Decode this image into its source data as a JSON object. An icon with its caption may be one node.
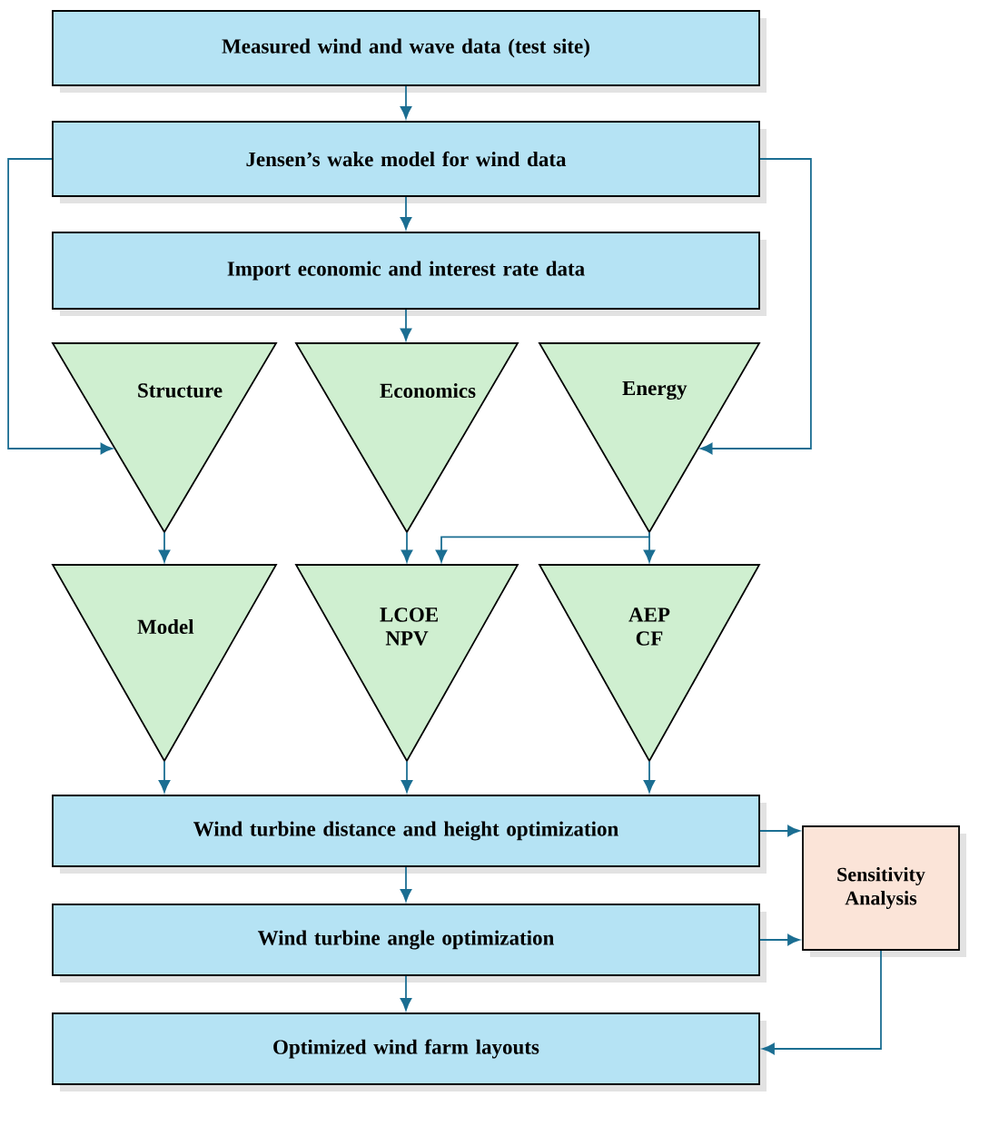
{
  "diagram": {
    "nodes": [
      {
        "text": [
          "Measured wind and wave data (test site)"
        ]
      },
      {
        "text": [
          "Jensen’s wake model for wind data"
        ]
      },
      {
        "text": [
          "Import economic and interest rate data"
        ]
      },
      {
        "text": [
          "Structure"
        ]
      },
      {
        "text": [
          "Economics"
        ]
      },
      {
        "text": [
          "Energy"
        ]
      },
      {
        "text": [
          "Model"
        ]
      },
      {
        "text": [
          "LCOE NPV"
        ]
      },
      {
        "text": [
          "AEP CF"
        ]
      },
      {
        "text": [
          "Wind turbine distance and height optimization"
        ]
      },
      {
        "text": [
          "Wind turbine angle optimization"
        ]
      },
      {
        "text": [
          "Optimized wind farm layouts"
        ]
      },
      {
        "text": [
          "Sensitivity Analysis"
        ]
      }
    ],
    "edges": [
      {
        "from": 0,
        "to": 1,
        "arrow": "to"
      },
      {
        "from": 1,
        "to": 2,
        "arrow": "to"
      },
      {
        "from": 2,
        "to": 4,
        "arrow": "to"
      },
      {
        "from": 1,
        "to": 3,
        "arrow": "to"
      },
      {
        "from": 1,
        "to": 5,
        "arrow": "to"
      },
      {
        "from": 3,
        "to": 6,
        "arrow": "to"
      },
      {
        "from": 4,
        "to": 7,
        "arrow": "to"
      },
      {
        "from": 5,
        "to": 8,
        "arrow": "to"
      },
      {
        "from": 5,
        "to": 7,
        "arrow": "to"
      },
      {
        "from": 6,
        "to": 9,
        "arrow": "to"
      },
      {
        "from": 7,
        "to": 9,
        "arrow": "to"
      },
      {
        "from": 8,
        "to": 9,
        "arrow": "to"
      },
      {
        "from": 9,
        "to": 12,
        "arrow": "to"
      },
      {
        "from": 9,
        "to": 10,
        "arrow": "to"
      },
      {
        "from": 10,
        "to": 12,
        "arrow": "to"
      },
      {
        "from": 10,
        "to": 11,
        "arrow": "to"
      },
      {
        "from": 12,
        "to": 11,
        "arrow": "to"
      }
    ]
  }
}
